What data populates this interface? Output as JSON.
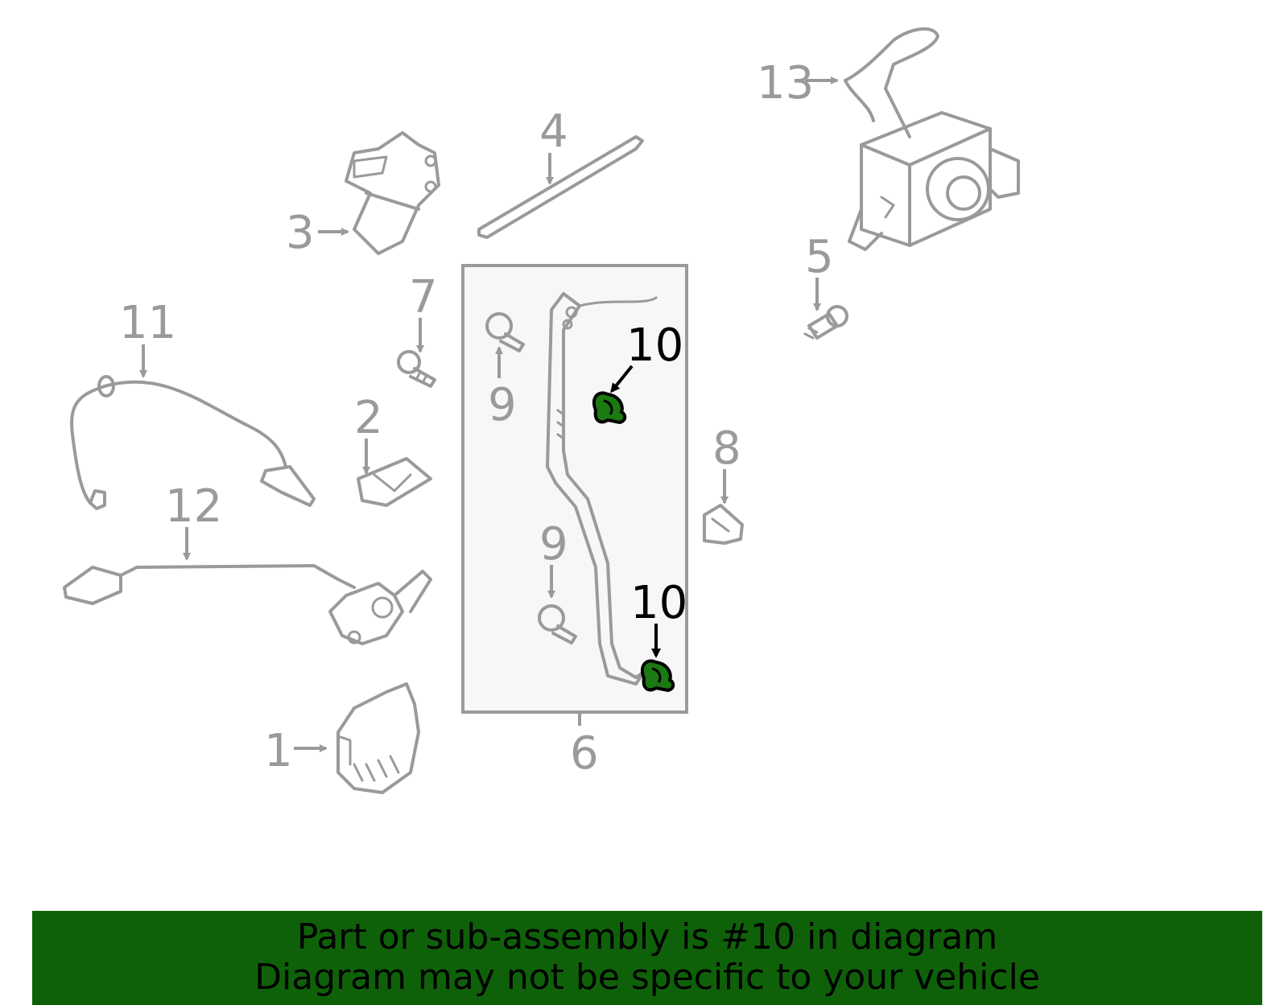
{
  "diagram": {
    "callouts": {
      "c1": "1",
      "c2": "2",
      "c3": "3",
      "c4": "4",
      "c5": "5",
      "c6": "6",
      "c7": "7",
      "c8": "8",
      "c9a": "9",
      "c9b": "9",
      "c10a": "10",
      "c10b": "10",
      "c11": "11",
      "c12": "12",
      "c13": "13"
    },
    "highlight_color": "#1b7a12",
    "highlighted_part": "10"
  },
  "banner": {
    "line1": "Part or sub-assembly is #10 in diagram",
    "line2": "Diagram may not be specific to your vehicle",
    "background": "#0f6109"
  }
}
